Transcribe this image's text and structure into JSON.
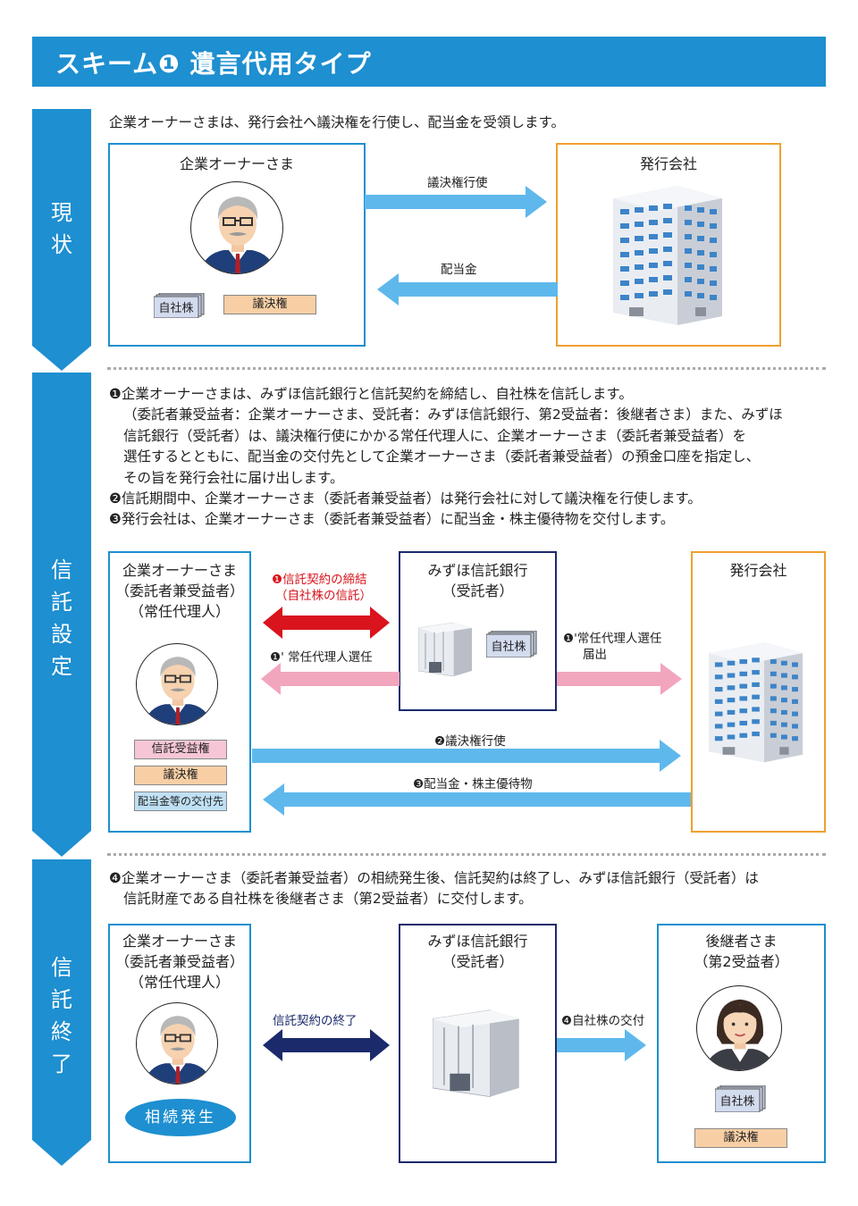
{
  "header": {
    "title": "スキーム❶ 遺言代用タイプ"
  },
  "phases": {
    "current": "現状",
    "setup": "信託設定",
    "end": "信託終了"
  },
  "current": {
    "description": "企業オーナーさまは、発行会社へ議決権を行使し、配当金を受領します。",
    "owner_title": "企業オーナーさま",
    "company_title": "発行会社",
    "arrow_vote": "議決権行使",
    "arrow_dividend": "配当金",
    "tag_stock": "自社株",
    "tag_vote": "議決権"
  },
  "setup": {
    "description_lines": [
      "❶企業オーナーさまは、みずほ信託銀行と信託契約を締結し、自社株を信託します。",
      "（委託者兼受益者：企業オーナーさま、受託者：みずほ信託銀行、第2受益者：後継者さま）また、みずほ",
      "信託銀行（受託者）は、議決権行使にかかる常任代理人に、企業オーナーさま（委託者兼受益者）を",
      "選任するとともに、配当金の交付先として企業オーナーさま（委託者兼受益者）の預金口座を指定し、",
      "その旨を発行会社に届け出します。",
      "❷信託期間中、企業オーナーさま（委託者兼受益者）は発行会社に対して議決権を行使します。",
      "❸発行会社は、企業オーナーさま（委託者兼受益者）に配当金・株主優待物を交付します。"
    ],
    "owner_title": [
      "企業オーナーさま",
      "（委託者兼受益者）",
      "（常任代理人）"
    ],
    "bank_title": [
      "みずほ信託銀行",
      "（受託者）"
    ],
    "company_title": "発行会社",
    "arrow_contract": [
      "信託契約の締結",
      "（自社株の信託）"
    ],
    "arrow_contract_num": "❶",
    "arrow_agent": "常任代理人選任",
    "arrow_agent_num": "❶'",
    "arrow_notify": [
      "常任代理人選任",
      "届出"
    ],
    "arrow_notify_num": "❶'",
    "arrow_vote": "議決権行使",
    "arrow_vote_num": "❷",
    "arrow_dividend": "配当金・株主優待物",
    "arrow_dividend_num": "❸",
    "tag_stock": "自社株",
    "tag_trust_right": "信託受益権",
    "tag_vote": "議決権",
    "tag_dividend_dest": "配当金等の交付先"
  },
  "end": {
    "description_lines": [
      "❹企業オーナーさま（委託者兼受益者）の相続発生後、信託契約は終了し、みずほ信託銀行（受託者）は",
      "信託財産である自社株を後継者さま（第2受益者）に交付します。"
    ],
    "owner_title": [
      "企業オーナーさま",
      "（委託者兼受益者）",
      "（常任代理人）"
    ],
    "bank_title": [
      "みずほ信託銀行",
      "（受託者）"
    ],
    "successor_title": [
      "後継者さま",
      "（第2受益者）"
    ],
    "arrow_end": "信託契約の終了",
    "arrow_deliver": "自社株の交付",
    "arrow_deliver_num": "❹",
    "badge_inherit": "相続発生",
    "tag_stock": "自社株",
    "tag_vote": "議決権"
  },
  "colors": {
    "brand_blue": "#1e8fd0",
    "navy": "#1b2a6b",
    "orange": "#f0a030",
    "pink": "#f2a6bd",
    "red": "#d9141c",
    "light_blue_arrow": "#5fb8ec"
  }
}
